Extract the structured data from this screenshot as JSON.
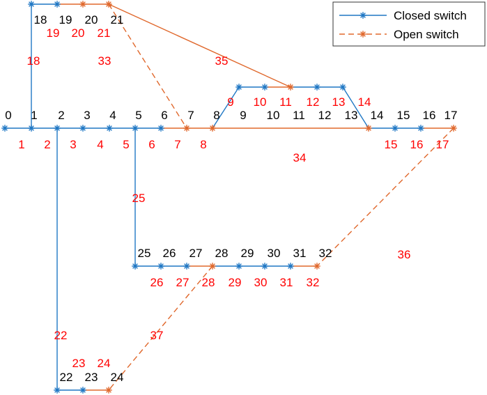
{
  "colors": {
    "closed": "#1f77c4",
    "open": "#e0682c",
    "node_label": "#000000",
    "branch_label": "#ff0000"
  },
  "legend": {
    "closed_label": "Closed switch",
    "open_label": "Open switch"
  },
  "node_labels": [
    "0",
    "1",
    "2",
    "3",
    "4",
    "5",
    "6",
    "7",
    "8",
    "9",
    "10",
    "11",
    "12",
    "13",
    "14",
    "15",
    "16",
    "17",
    "18",
    "19",
    "20",
    "21",
    "22",
    "23",
    "24",
    "25",
    "26",
    "27",
    "28",
    "29",
    "30",
    "31",
    "32"
  ],
  "branches": [
    {
      "id": "1",
      "from": "0",
      "to": "1",
      "state": "closed"
    },
    {
      "id": "2",
      "from": "1",
      "to": "2",
      "state": "closed"
    },
    {
      "id": "3",
      "from": "2",
      "to": "3",
      "state": "closed"
    },
    {
      "id": "4",
      "from": "3",
      "to": "4",
      "state": "closed"
    },
    {
      "id": "5",
      "from": "4",
      "to": "5",
      "state": "closed"
    },
    {
      "id": "6",
      "from": "5",
      "to": "6",
      "state": "closed"
    },
    {
      "id": "7",
      "from": "6",
      "to": "7",
      "state": "open"
    },
    {
      "id": "8",
      "from": "7",
      "to": "8",
      "state": "open"
    },
    {
      "id": "9",
      "from": "8",
      "to": "9",
      "state": "closed"
    },
    {
      "id": "10",
      "from": "9",
      "to": "10",
      "state": "closed"
    },
    {
      "id": "11",
      "from": "10",
      "to": "11",
      "state": "open"
    },
    {
      "id": "12",
      "from": "11",
      "to": "12",
      "state": "closed"
    },
    {
      "id": "13",
      "from": "12",
      "to": "13",
      "state": "closed"
    },
    {
      "id": "14",
      "from": "13",
      "to": "14",
      "state": "closed"
    },
    {
      "id": "15",
      "from": "14",
      "to": "15",
      "state": "closed"
    },
    {
      "id": "16",
      "from": "15",
      "to": "16",
      "state": "closed"
    },
    {
      "id": "17",
      "from": "16",
      "to": "17",
      "state": "open"
    },
    {
      "id": "18",
      "from": "1",
      "to": "18",
      "state": "closed"
    },
    {
      "id": "19",
      "from": "18",
      "to": "19",
      "state": "closed"
    },
    {
      "id": "20",
      "from": "19",
      "to": "20",
      "state": "open"
    },
    {
      "id": "21",
      "from": "20",
      "to": "21",
      "state": "open"
    },
    {
      "id": "22",
      "from": "2",
      "to": "22",
      "state": "closed"
    },
    {
      "id": "23",
      "from": "22",
      "to": "23",
      "state": "closed"
    },
    {
      "id": "24",
      "from": "23",
      "to": "24",
      "state": "open"
    },
    {
      "id": "25",
      "from": "5",
      "to": "25",
      "state": "closed"
    },
    {
      "id": "26",
      "from": "25",
      "to": "26",
      "state": "closed"
    },
    {
      "id": "27",
      "from": "26",
      "to": "27",
      "state": "closed"
    },
    {
      "id": "28",
      "from": "27",
      "to": "28",
      "state": "open"
    },
    {
      "id": "29",
      "from": "28",
      "to": "29",
      "state": "closed"
    },
    {
      "id": "30",
      "from": "29",
      "to": "30",
      "state": "closed"
    },
    {
      "id": "31",
      "from": "30",
      "to": "31",
      "state": "closed"
    },
    {
      "id": "32",
      "from": "31",
      "to": "32",
      "state": "open"
    },
    {
      "id": "33",
      "from": "21",
      "to": "7",
      "state": "open",
      "tie": true
    },
    {
      "id": "34",
      "from": "8",
      "to": "14",
      "state": "open",
      "tie": true
    },
    {
      "id": "35",
      "from": "21",
      "to": "11",
      "state": "open",
      "tie": true
    },
    {
      "id": "36",
      "from": "17",
      "to": "32",
      "state": "open",
      "tie": true
    },
    {
      "id": "37",
      "from": "28",
      "to": "24",
      "state": "open",
      "tie": true
    }
  ]
}
